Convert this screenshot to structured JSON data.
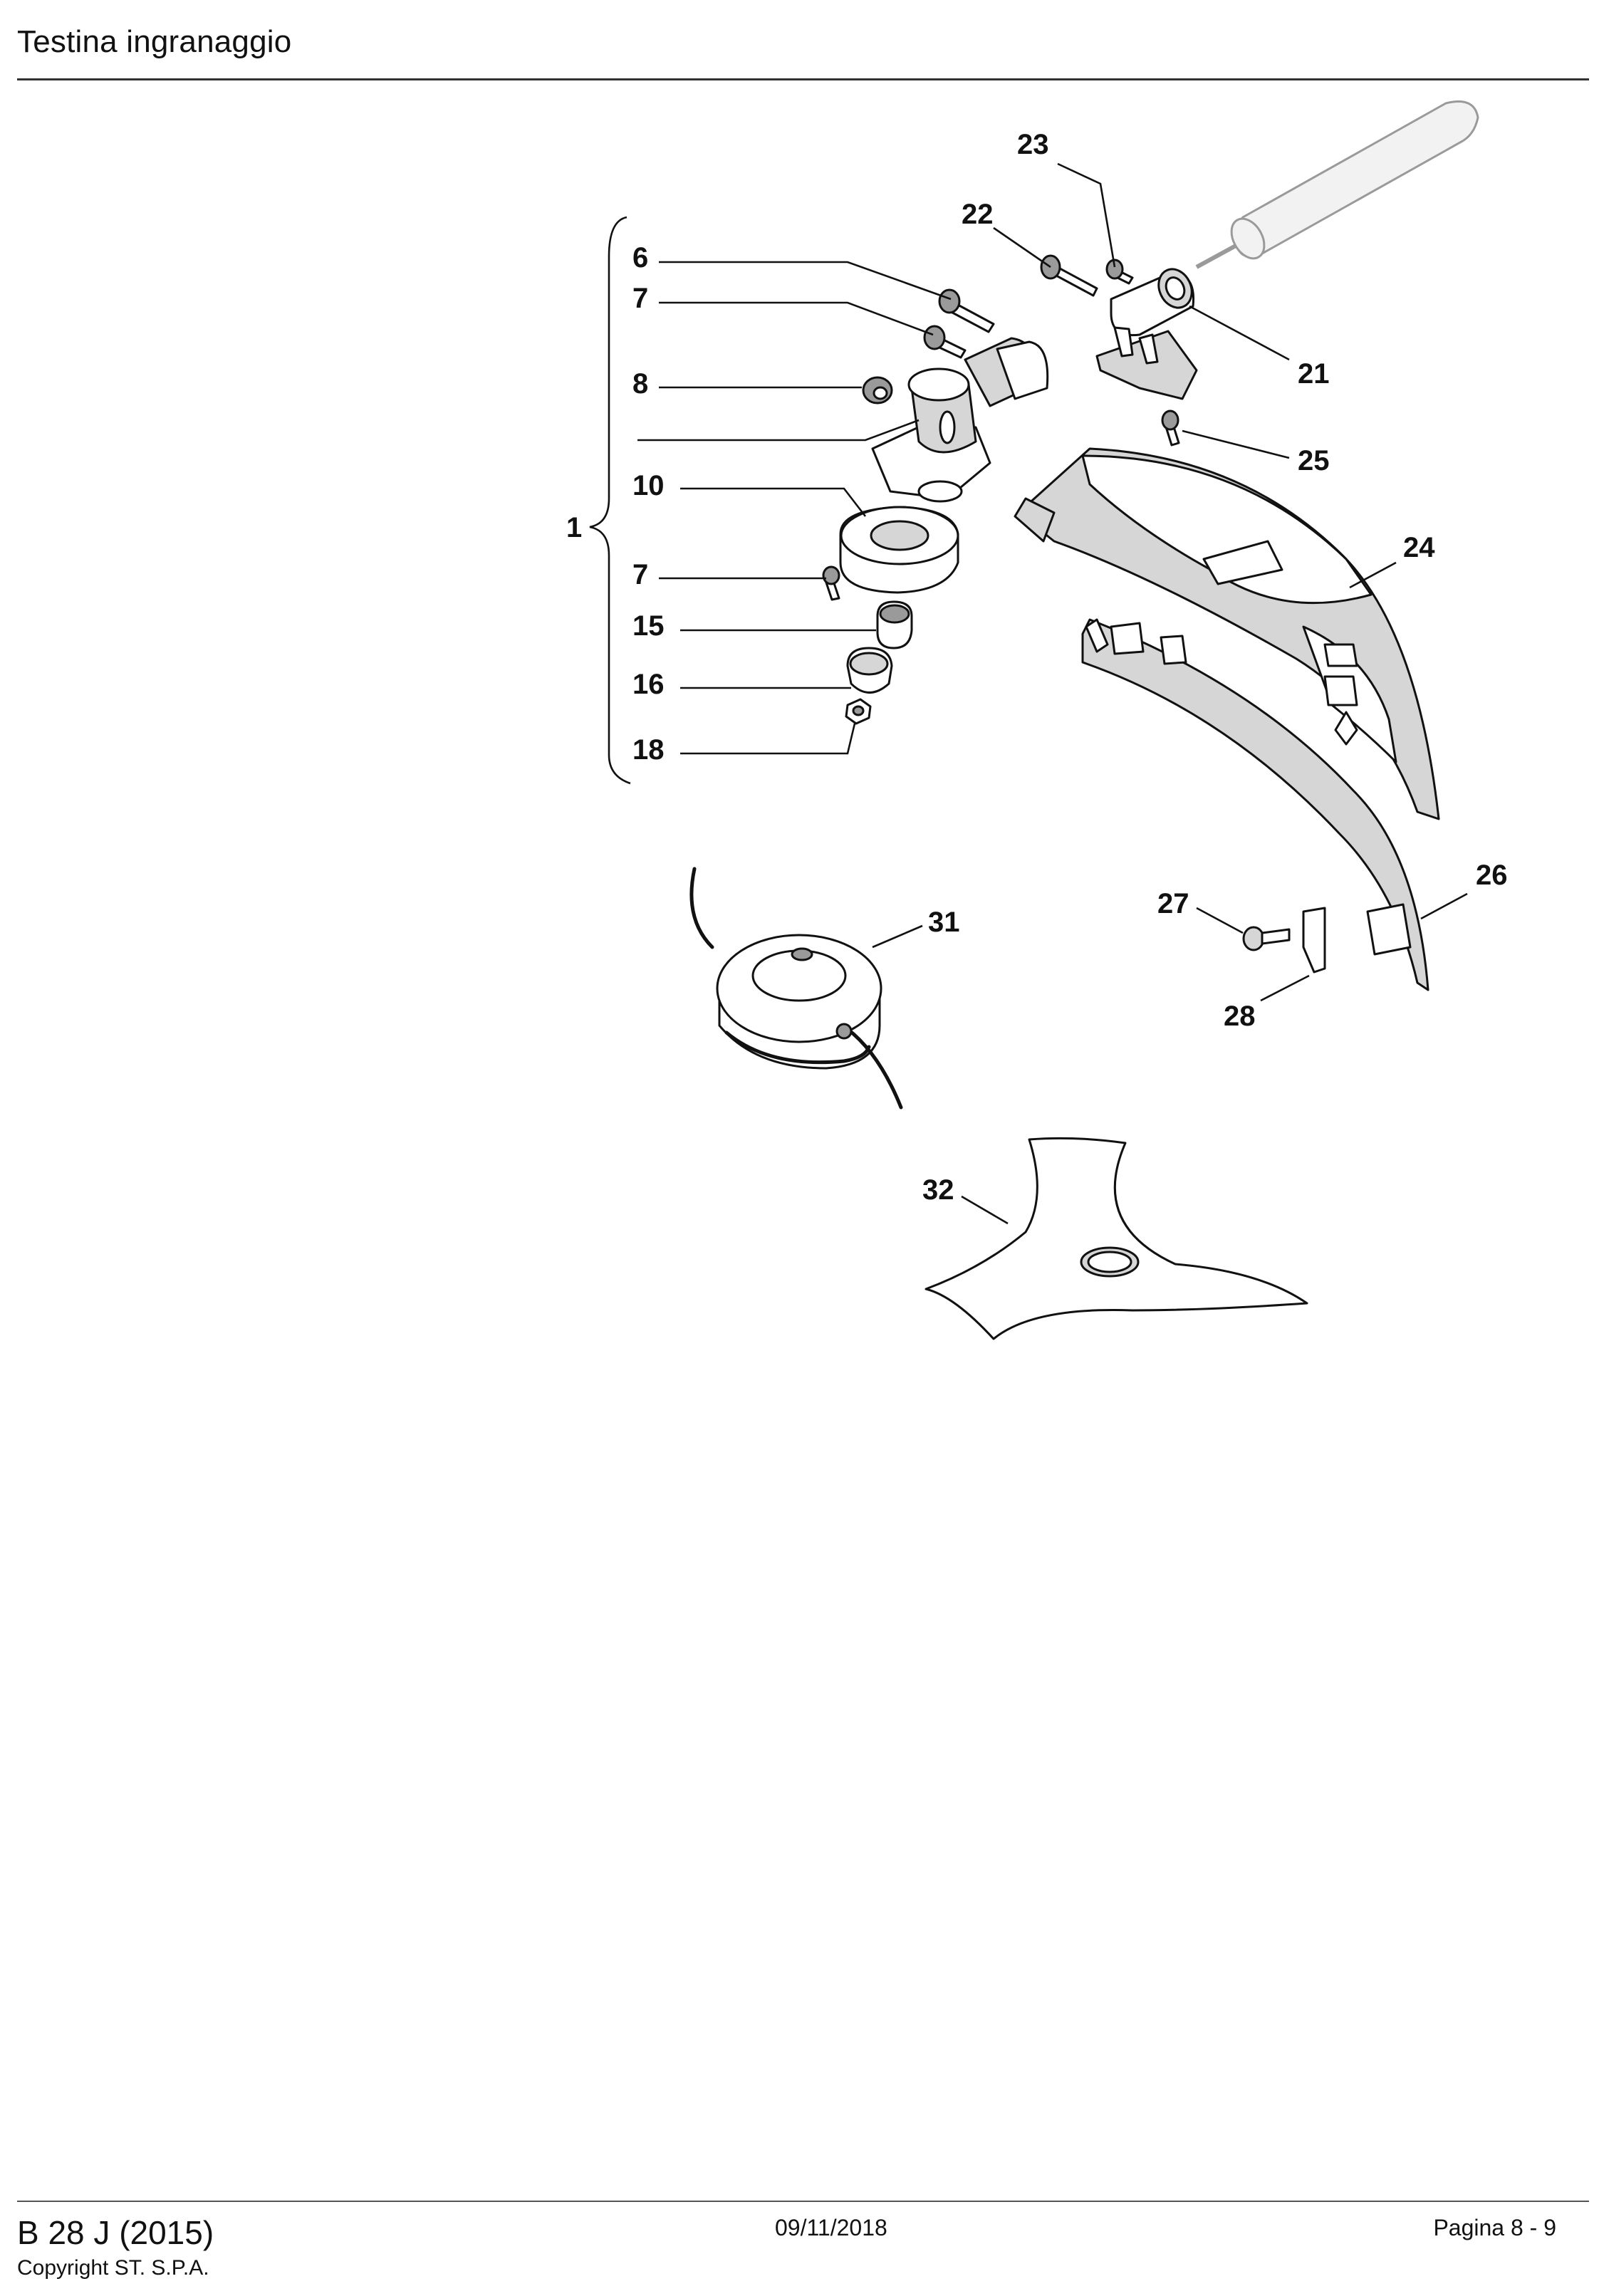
{
  "header": {
    "title": "Testina ingranaggio"
  },
  "diagram": {
    "callouts": {
      "c1": "1",
      "c6": "6",
      "c7a": "7",
      "c8": "8",
      "c10": "10",
      "c7b": "7",
      "c15": "15",
      "c16": "16",
      "c18": "18",
      "c21": "21",
      "c22": "22",
      "c23": "23",
      "c24": "24",
      "c25": "25",
      "c26": "26",
      "c27": "27",
      "c28": "28",
      "c31": "31",
      "c32": "32"
    }
  },
  "footer": {
    "model": "B 28 J (2015)",
    "copyright": "Copyright ST. S.P.A.",
    "date": "09/11/2018",
    "page": "Pagina 8 - 9"
  }
}
